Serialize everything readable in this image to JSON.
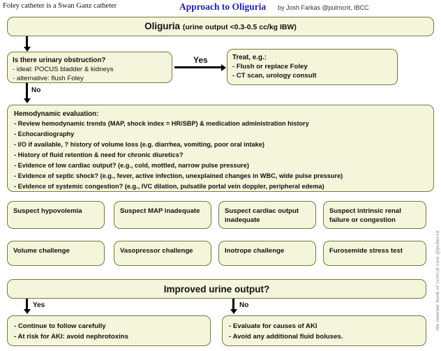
{
  "header": {
    "left_note": "Foley catheter is a Swan Ganz catheter",
    "title": "Approach to Oliguria",
    "byline": "by Josh Farkas @pulmcrit, IBCC"
  },
  "watermark": "the internet book of critical care @pulmcrit",
  "boxes": {
    "oliguria": {
      "title": "Oliguria",
      "subtitle": "(urine output <0.3-0.5 cc/kg IBW)"
    },
    "obstruction": {
      "title": "Is there urinary obstruction?",
      "lines": [
        "- ideal:  POCUS bladder & kidneys",
        "- alternative: flush Foley"
      ]
    },
    "treat": {
      "title": "Treat, e.g.:",
      "lines": [
        "- Flush or replace Foley",
        "- CT scan, urology consult"
      ]
    },
    "hemodynamic": {
      "title": "Hemodynamic evaluation:",
      "lines": [
        "- Review hemodynamic trends (MAP, shock index = HR/SBP) & medication administration history",
        "- Echocardiography",
        "- I/O if available, ? history of volume loss (e.g. diarrhea, vomiting, poor oral intake)",
        "- History of fluid retention & need for chronic diuretics?",
        "- Evidence of low cardiac output? (e.g., cold, mottled, narrow pulse pressure)",
        "- Evidence of septic shock? (e.g., fever, active infection, unexplained changes in WBC, wide pulse pressure)",
        "- Evidence of systemic congestion? (e.g., IVC dilation, pulsatile portal vein doppler, peripheral edema)"
      ]
    },
    "suspect": [
      {
        "label": "Suspect hypovolemia"
      },
      {
        "label": "Suspect MAP inadequate"
      },
      {
        "label": "Suspect cardiac output inadequate"
      },
      {
        "label": "Suspect intrinsic renal failure or congestion"
      }
    ],
    "therapy": [
      {
        "label": "Volume challenge"
      },
      {
        "label": "Vasopressor challenge"
      },
      {
        "label": "Inotrope challenge"
      },
      {
        "label": "Furosemide stress test"
      }
    ],
    "improved": {
      "title": "Improved urine output?"
    },
    "improved_yes": {
      "lines": [
        "- Continue to follow carefully",
        "- At risk for AKI: avoid nephrotoxins"
      ]
    },
    "improved_no": {
      "lines": [
        "- Evaluate for causes of AKI",
        "- Avoid any additional fluid boluses."
      ]
    }
  },
  "labels": {
    "yes_obstruction": "Yes",
    "no_obstruction": "No",
    "yes_improved": "Yes",
    "no_improved": "No"
  }
}
